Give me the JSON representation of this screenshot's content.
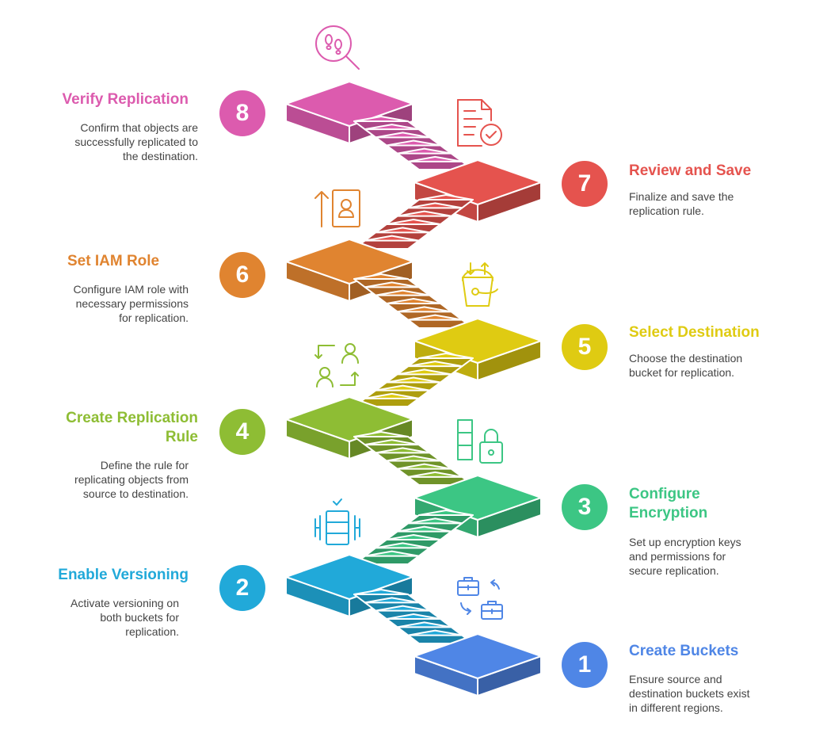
{
  "steps": [
    {
      "number": "1",
      "title": "Create Buckets",
      "description": "Ensure source and\ndestination buckets exist\nin different regions.",
      "color": "#4f86e6",
      "icon": "briefcase-transfer-icon"
    },
    {
      "number": "2",
      "title": "Enable Versioning",
      "description": "Activate versioning on\nboth buckets for\nreplication.",
      "color": "#21a9d9",
      "icon": "server-rack-icon"
    },
    {
      "number": "3",
      "title": "Configure\nEncryption",
      "description": "Set up encryption keys\nand permissions for\nsecure replication.",
      "color": "#3cc684",
      "icon": "padlock-icon"
    },
    {
      "number": "4",
      "title": "Create Replication\nRule",
      "description": "Define the rule for\nreplicating objects from\nsource to destination.",
      "color": "#8ebd34",
      "icon": "user-exchange-icon"
    },
    {
      "number": "5",
      "title": "Select Destination",
      "description": "Choose the destination\nbucket for replication.",
      "color": "#dfcb12",
      "icon": "bucket-icon"
    },
    {
      "number": "6",
      "title": "Set IAM Role",
      "description": "Configure IAM role with\nnecessary permissions\nfor replication.",
      "color": "#e08430",
      "icon": "user-badge-icon"
    },
    {
      "number": "7",
      "title": "Review and Save",
      "description": "Finalize and save the\nreplication rule.",
      "color": "#e5534e",
      "icon": "document-check-icon"
    },
    {
      "number": "8",
      "title": "Verify Replication",
      "description": "Confirm that objects are\nsuccessfully replicated to\nthe destination.",
      "color": "#dc5bae",
      "icon": "magnifier-footprints-icon"
    }
  ]
}
